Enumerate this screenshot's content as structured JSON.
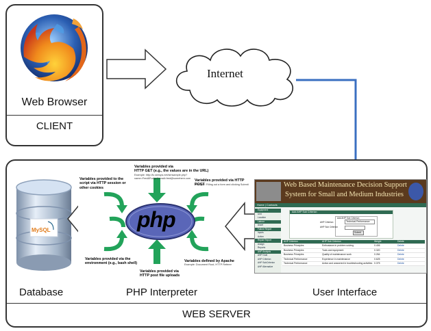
{
  "client": {
    "browser_label": "Web Browser",
    "box_label": "CLIENT",
    "logo": "firefox-logo"
  },
  "internet": {
    "label": "Internet"
  },
  "server": {
    "box_label": "WEB SERVER",
    "database_label": "Database",
    "db_logo_text": "MySQL",
    "interpreter_label": "PHP Interpreter",
    "ui_label": "User Interface"
  },
  "php": {
    "logo_text": "php",
    "get_title": "Variables provided via\nHTTP GET (e.g., the values are in the URL)",
    "get_example": "Example: http://tc.simsps.net/simsample.php?name=Fred&Fudge&email=fred@somehere.com",
    "post_title": "Variables provided via HTTP POST",
    "post_example": "Example: Filling out a form and clicking Submit",
    "session_title": "Variables provided to the\nscript via HTTP session or\nother cookies",
    "env_title": "Variables provided via the\nenvironment (e.g., bash shell)",
    "apache_title": "Variables defined by Apache",
    "apache_example": "Example: Document Root, HTTP Referer",
    "upload_title": "Variables provided via\nHTTP post file uploads"
  },
  "ui_screenshot": {
    "title_line1": "Web Based Maintenance Decision Support",
    "title_line2": "System for Small and Medium Industries",
    "nav": "Home | Contacts",
    "side_menu": [
      "Equipment",
      "Unit",
      "Location",
      "Labour",
      "Asset",
      "Failure Report",
      "Inputs",
      "Action",
      "Repair Report",
      "Assign",
      "Reports",
      "AHP Analysis",
      "AHP Goal",
      "AHP Criterion",
      "AHP SubCriterion",
      "AHP Alternative"
    ],
    "form_title": "Add AHP Sub Criterion",
    "form_header": "Add AHP Sub Criterion",
    "form_select_label": "AHP Criterion",
    "form_select_value": "Technical Performance",
    "form_name_label": "AHP Sub Criterion",
    "form_submit": "Submit",
    "table_headers": [
      "AHP Criterion",
      "AHP Sub Criterion",
      "Weight",
      "Delete"
    ],
    "table_rows": [
      [
        "Business Principles",
        "Enthusiasm in problem solving",
        "0.406",
        "Delete"
      ],
      [
        "Business Principles",
        "Tools and equipment",
        "0.320",
        "Delete"
      ],
      [
        "Business Principles",
        "Quality of maintenance work",
        "0.264",
        "Delete"
      ],
      [
        "Technical Performance",
        "Experience in maintenance",
        "0.625",
        "Delete"
      ],
      [
        "Technical Performance",
        "Action and answered in troubleshooting activities",
        "0.375",
        "Delete"
      ]
    ]
  },
  "colors": {
    "connector": "#3a6fc1",
    "outline": "#333333",
    "arrow_green": "#22a35a",
    "php_oval": "#5a66b8",
    "ui_header": "#5b3a1e",
    "ui_green": "#2f6a52"
  }
}
